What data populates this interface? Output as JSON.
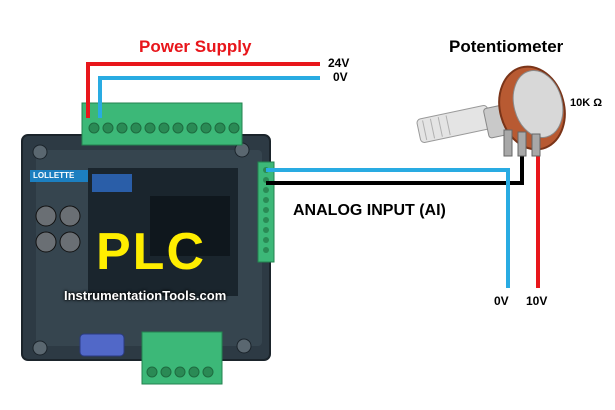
{
  "labels": {
    "power_supply": "Power Supply",
    "v24": "24V",
    "v0_top": "0V",
    "potentiometer": "Potentiometer",
    "resistance": "10K Ω",
    "analog_input": "ANALOG INPUT (AI)",
    "plc": "PLC",
    "website": "InstrumentationTools.com",
    "v0_bottom": "0V",
    "v10": "10V",
    "brand": "LOLLETTE"
  },
  "colors": {
    "power_supply_text": "#e8161b",
    "wire_red": "#e8161b",
    "wire_blue": "#29abe2",
    "wire_black": "#000000",
    "plc_body": "#2d3a44",
    "terminal_green": "#3cb878",
    "plc_text": "#ffee00"
  }
}
